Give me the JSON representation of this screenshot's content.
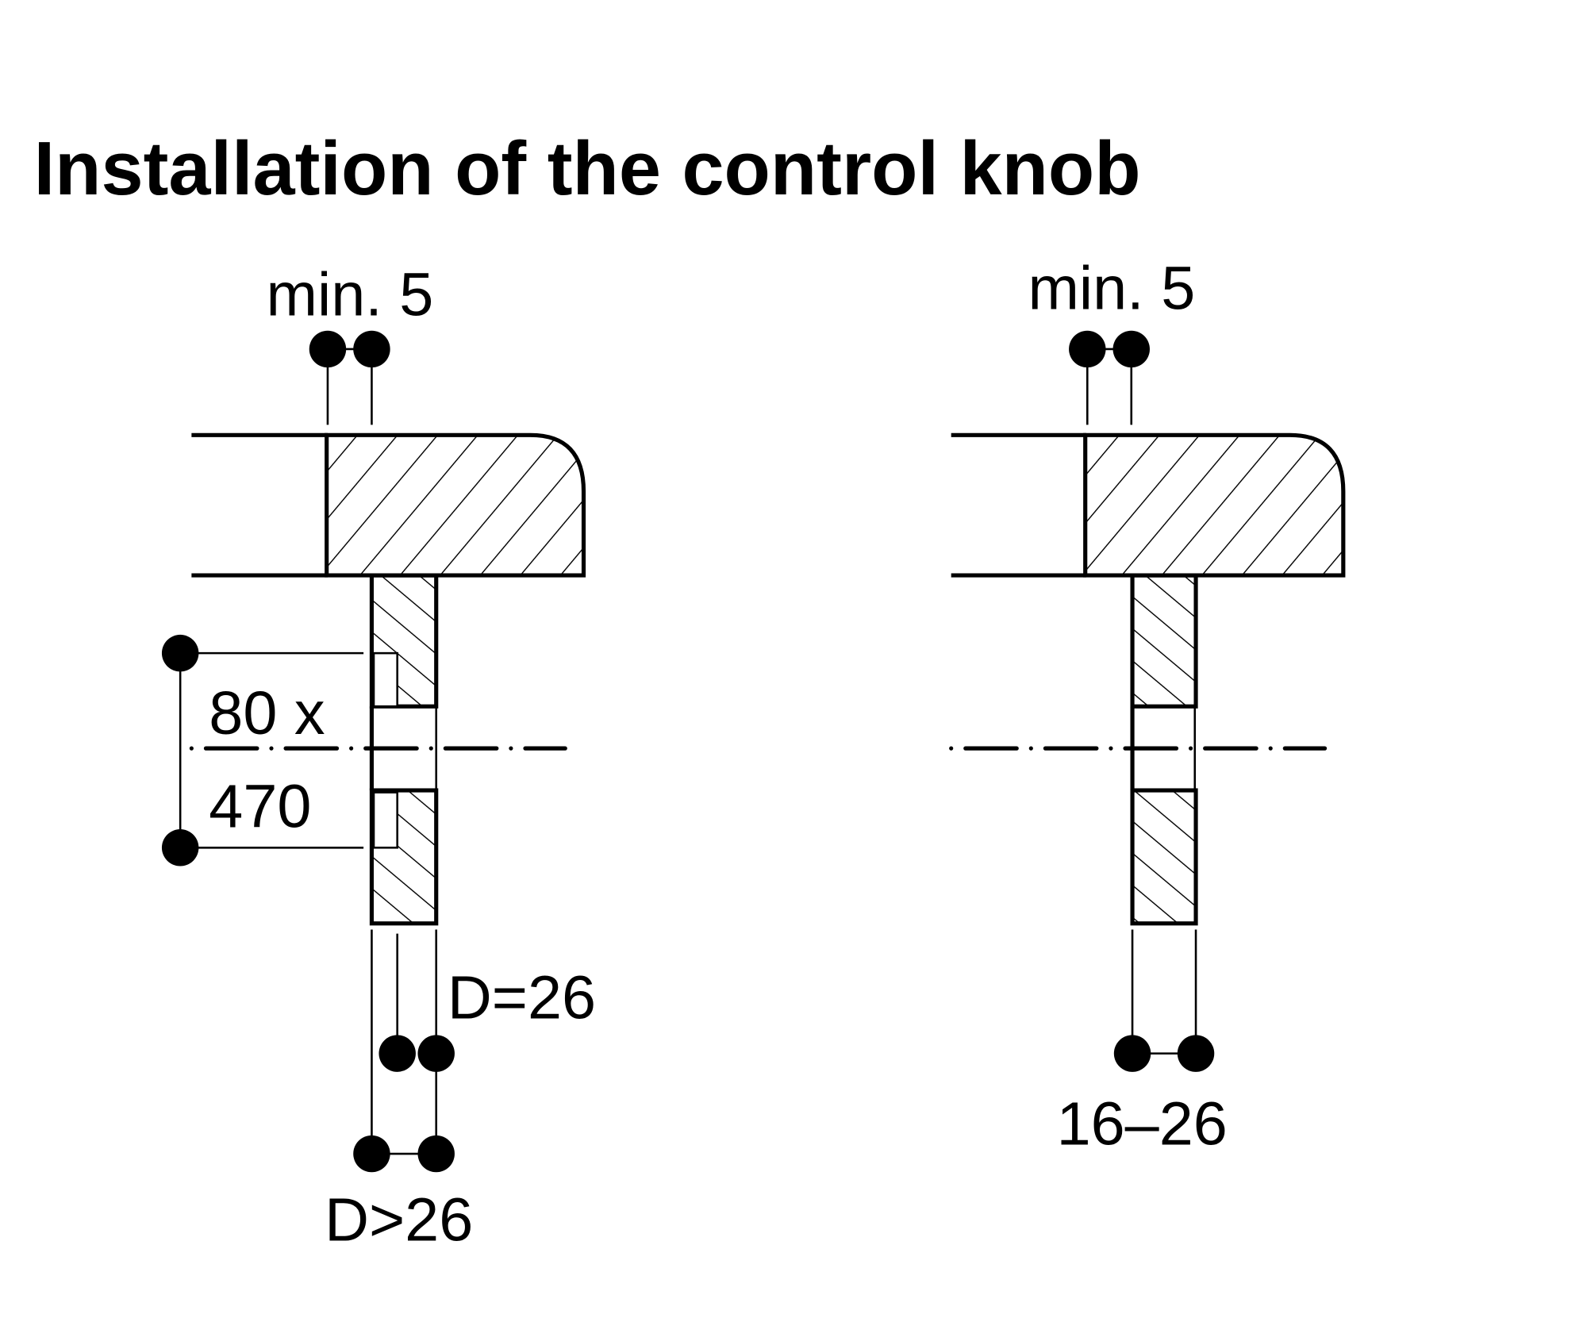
{
  "title": "Installation of the control knob",
  "left_diagram": {
    "min_label": "min. 5",
    "cutout_label_line1": "80 x",
    "cutout_label_line2": "470",
    "thickness_equal_label": "D=26",
    "thickness_greater_label": "D>26"
  },
  "right_diagram": {
    "min_label": "min. 5",
    "thickness_range_label": "16–26"
  },
  "colors": {
    "ink": "#000000",
    "background": "#ffffff"
  }
}
